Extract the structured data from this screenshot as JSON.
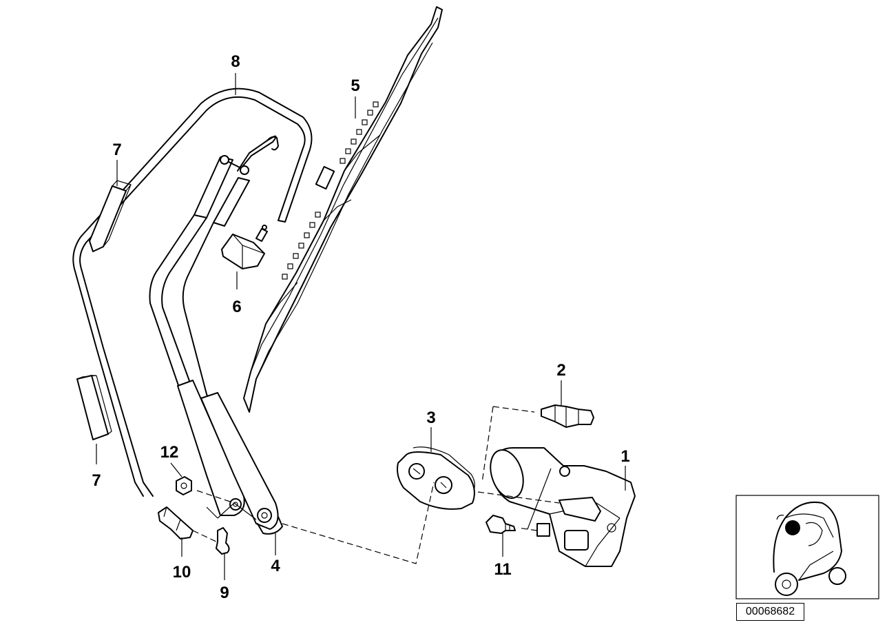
{
  "diagram": {
    "parts": [
      {
        "id": "p1",
        "label": "1"
      },
      {
        "id": "p2",
        "label": "2"
      },
      {
        "id": "p3",
        "label": "3"
      },
      {
        "id": "p4",
        "label": "4"
      },
      {
        "id": "p5",
        "label": "5"
      },
      {
        "id": "p6",
        "label": "6"
      },
      {
        "id": "p7a",
        "label": "7"
      },
      {
        "id": "p7b",
        "label": "7"
      },
      {
        "id": "p8",
        "label": "8"
      },
      {
        "id": "p9",
        "label": "9"
      },
      {
        "id": "p10",
        "label": "10"
      },
      {
        "id": "p11",
        "label": "11"
      },
      {
        "id": "p12",
        "label": "12"
      }
    ],
    "reference_number": "00068682"
  }
}
